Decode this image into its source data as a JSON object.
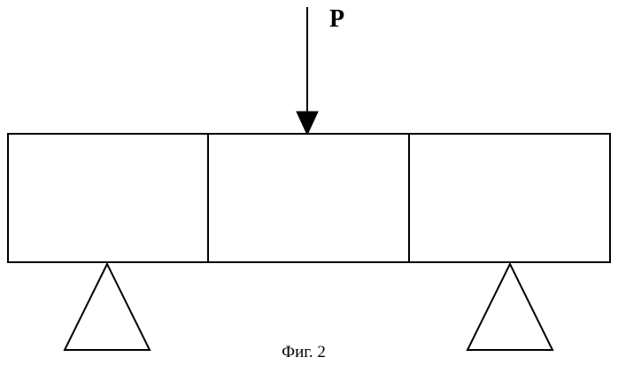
{
  "diagram": {
    "force_label": "P",
    "caption": "Фиг. 2",
    "beam_segments": 3,
    "supports": 2,
    "colors": {
      "line": "#000000",
      "background": "#ffffff"
    }
  }
}
